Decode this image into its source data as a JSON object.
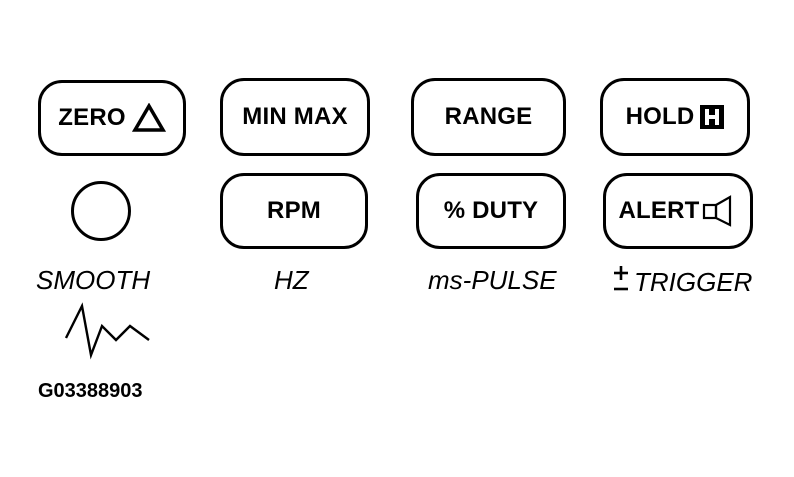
{
  "buttons": {
    "zero": "ZERO",
    "min_max": "MIN MAX",
    "range": "RANGE",
    "hold": "HOLD",
    "rpm": "RPM",
    "duty": "% DUTY",
    "alert": "ALERT"
  },
  "labels": {
    "smooth": "SMOOTH",
    "hz": "HZ",
    "ms_pulse": "ms-PULSE",
    "trigger": "TRIGGER"
  },
  "icons": {
    "zero": "delta-triangle-icon",
    "hold": "hold-h-icon",
    "alert": "speaker-icon",
    "smooth": "waveform-icon",
    "trigger": "plus-minus-icon"
  },
  "figure_id": "G03388903"
}
